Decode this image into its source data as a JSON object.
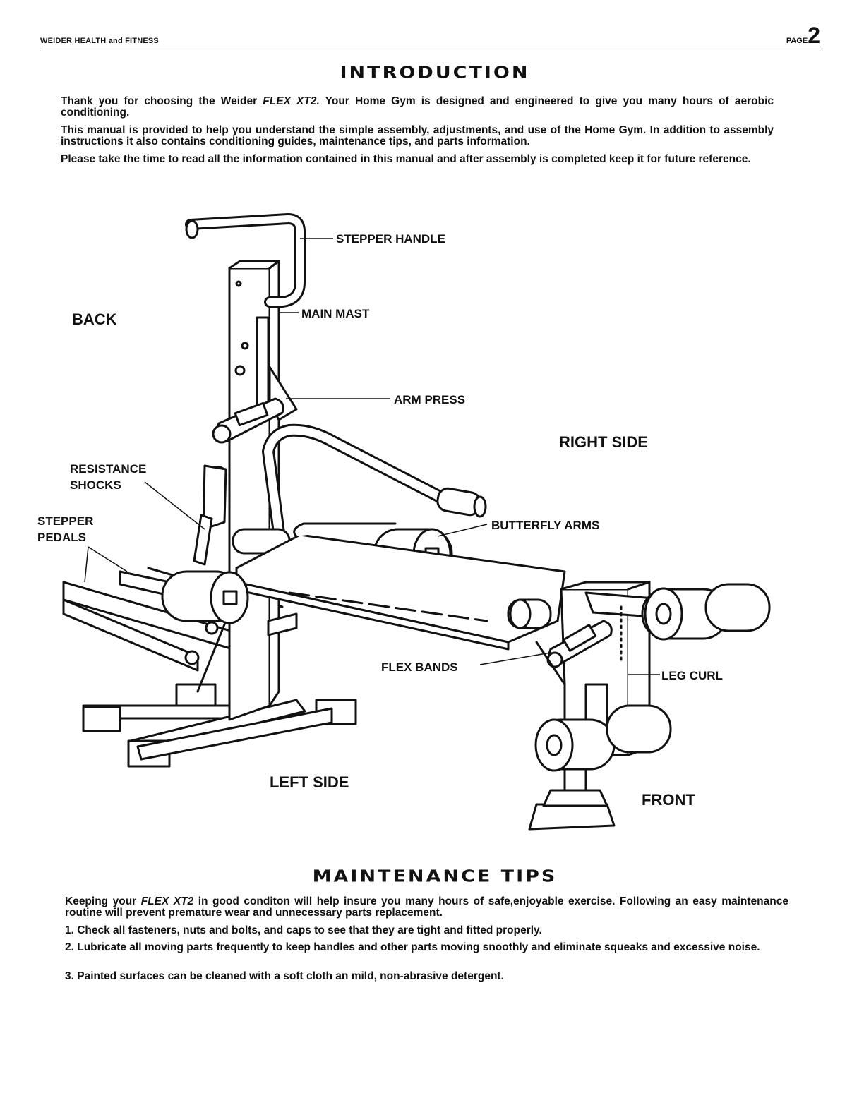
{
  "header": {
    "left": "WEIDER HEALTH and FITNESS",
    "page_label": "PAGE",
    "page_number": "2"
  },
  "introduction": {
    "title": "INTRODUCTION",
    "p1_a": "Thank you for choosing the Weider ",
    "p1_em": "FLEX XT2.",
    "p1_b": " Your Home Gym is designed and engineered to give you many hours of aerobic conditioning.",
    "p2": "This manual is provided to help you understand the simple assembly, adjustments, and use of the Home Gym. In addition to assembly instructions it also contains conditioning guides, maintenance tips, and parts information.",
    "p3": "Please take the time to read all the information contained in this manual and after assembly is completed keep it for future reference."
  },
  "diagram": {
    "stepper_handle": "STEPPER HANDLE",
    "main_mast": "MAIN MAST",
    "back": "BACK",
    "arm_press": "ARM PRESS",
    "right_side": "RIGHT SIDE",
    "resistance": "RESISTANCE",
    "shocks": "SHOCKS",
    "stepper": "STEPPER",
    "pedals": "PEDALS",
    "butterfly_arms": "BUTTERFLY ARMS",
    "flex_bands": "FLEX BANDS",
    "leg_curl": "LEG CURL",
    "left_side": "LEFT SIDE",
    "front": "FRONT"
  },
  "maintenance": {
    "title": "MAINTENANCE TIPS",
    "intro_a": "Keeping your ",
    "intro_em": "FLEX XT2",
    "intro_b": " in good conditon will help insure you  many hours of safe,enjoyable exercise. Following an easy maintenance routine will prevent premature wear and unnecessary parts replacement.",
    "tips": [
      "1. Check all fasteners, nuts and bolts, and caps to see that they are tight and fitted properly.",
      "2. Lubricate all moving parts frequently to keep handles and other parts moving snoothly and eliminate squeaks and excessive noise.",
      "3. Painted surfaces can be cleaned with a soft cloth an mild, non-abrasive detergent."
    ]
  }
}
